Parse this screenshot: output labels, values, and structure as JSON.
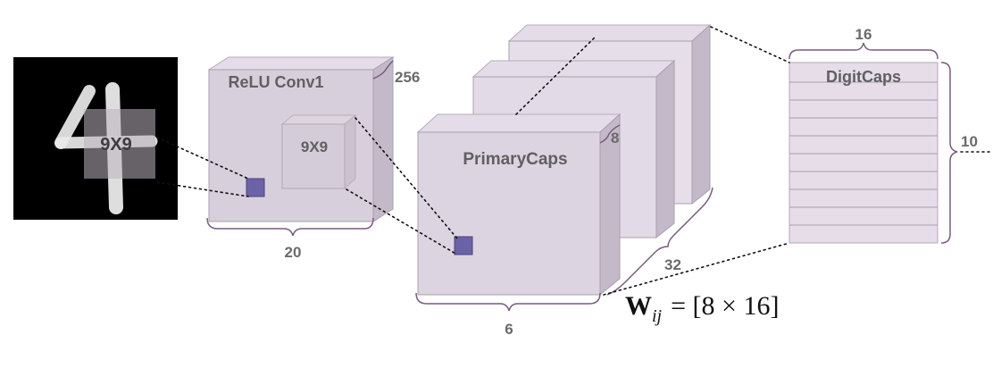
{
  "input_image": {
    "kernel_label": "9X9"
  },
  "conv1": {
    "title": "ReLU Conv1",
    "kernel_label": "9X9",
    "depth": "256",
    "width": "20"
  },
  "primary_caps": {
    "title": "PrimaryCaps",
    "depth": "8",
    "count": "32",
    "width": "6"
  },
  "digit_caps": {
    "title": "DigitCaps",
    "width": "16",
    "height": "10"
  },
  "weight_matrix": {
    "symbol": "W",
    "subscript": "ij",
    "expression": "= [8 × 16]"
  }
}
